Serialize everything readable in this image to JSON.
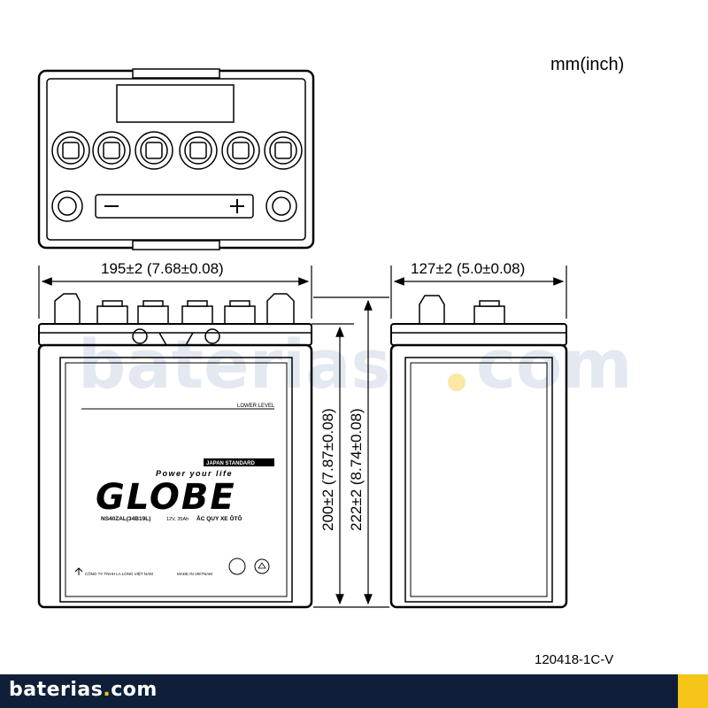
{
  "units_label": "mm(inch)",
  "dims": {
    "length": "195±2 (7.68±0.08)",
    "width": "127±2 (5.0±0.08)",
    "height_box": "200±2 (7.87±0.08)",
    "height_total": "222±2 (8.74±0.08)"
  },
  "ref_code": "120418-1C-V",
  "label": {
    "brand": "GLOBE",
    "slogan": "Power your life",
    "standard": "JAPAN STANDARD",
    "model": "NS40ZAL(34B19L)",
    "spec": "12V, 35Ah",
    "product": "ẮC QUY XE ÔTÔ",
    "lower_level": "LOWER LEVEL",
    "company": "CÔNG TY TNHH LA LONG VIỆT NAM",
    "made_in": "MADE IN VIETNAM"
  },
  "terminals": {
    "negative": "−",
    "positive": "+"
  },
  "watermark": {
    "brand": "baterias",
    "tld": "com"
  },
  "footer": {
    "brand": "baterias",
    "tld": "com"
  },
  "colors": {
    "footer_bg": "#0f1f3a",
    "accent": "#f5c518",
    "watermark": "#dde3ee"
  }
}
